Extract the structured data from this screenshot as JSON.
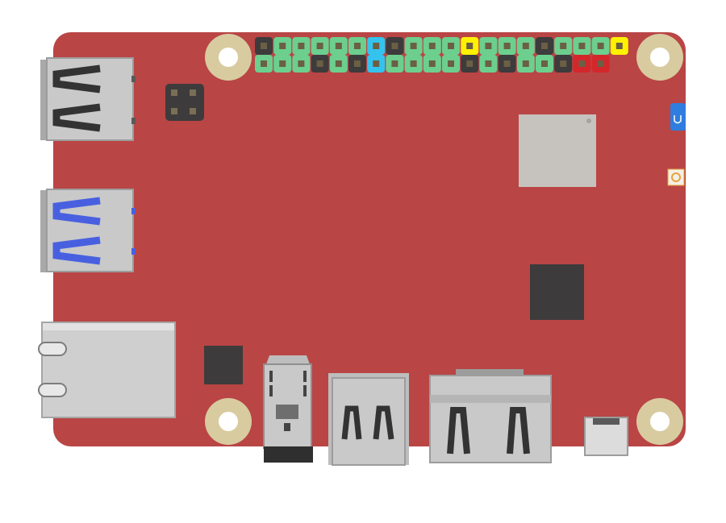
{
  "board": {
    "pcb_color": "#b94545",
    "hole_ring_color": "#d8cba0",
    "header_pin_colors": {
      "top_row": [
        "dark",
        "green",
        "green",
        "green",
        "green",
        "green",
        "cyan",
        "dark",
        "green",
        "green",
        "green",
        "yellow",
        "green",
        "green",
        "green",
        "dark",
        "green",
        "green",
        "green",
        "yellow"
      ],
      "bottom_row": [
        "green",
        "green",
        "green",
        "dark",
        "green",
        "dark",
        "cyan",
        "green",
        "green",
        "green",
        "green",
        "dark",
        "green",
        "dark",
        "green",
        "green",
        "dark",
        "red",
        "red"
      ]
    },
    "palette": {
      "dark": "#3d3b3c",
      "green": "#6ccf8e",
      "cyan": "#33c3ee",
      "yellow": "#fff200",
      "red": "#d4272b",
      "usb3_blue": "#4860e0",
      "connector_gray": "#bdbdbd",
      "chip_dark": "#3d3b3c",
      "chip_light": "#c6c3be",
      "button_blue": "#2f7dde",
      "antenna_orange": "#e8a23a"
    }
  }
}
